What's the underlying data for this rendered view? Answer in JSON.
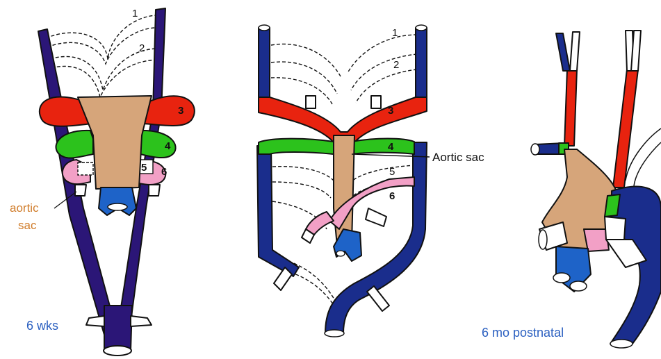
{
  "colors": {
    "dorsal_aorta": "#2b1677",
    "venous_blue": "#1a2d8c",
    "arch_3": "#e8230f",
    "arch_4": "#2cc21c",
    "arch_6": "#f2a0c6",
    "aortic_sac": "#d6a57a",
    "pulmonary": "#1e63c8",
    "label_orange": "#d07c2a",
    "label_blue": "#2a5fc0"
  },
  "panel1": {
    "arch_numbers": [
      "1",
      "2",
      "3",
      "4",
      "5",
      "6"
    ],
    "label_aortic_sac": [
      "aortic",
      "sac"
    ],
    "stage_label": "6 wks"
  },
  "panel2": {
    "arch_numbers": [
      "1",
      "2",
      "3",
      "4",
      "5",
      "6"
    ],
    "label_aortic_sac": "Aortic sac"
  },
  "panel3": {
    "stage_label": "6 mo postnatal"
  }
}
